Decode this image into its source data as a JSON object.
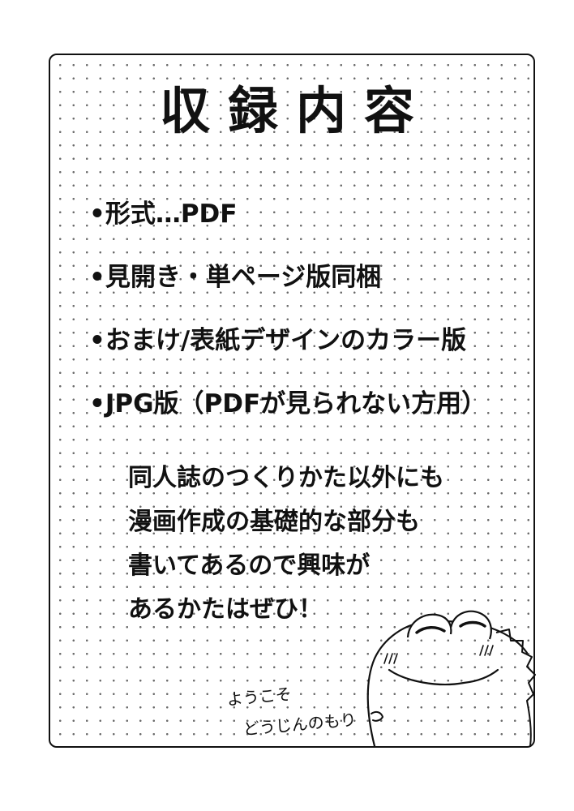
{
  "title": "収録内容",
  "items": [
    "•形式…PDF",
    "•見開き・単ページ版同梱",
    "•おまけ/表紙デザインのカラー版",
    "•JPG版（PDFが見られない方用）"
  ],
  "paragraph": [
    "同人誌のつくりかた以外にも",
    "漫画作成の基礎的な部分も",
    "書いてあるので興味が",
    "あるかたはぜひ！"
  ],
  "signature": {
    "line1": "ようこそ",
    "line2": "どうじんのもり"
  }
}
